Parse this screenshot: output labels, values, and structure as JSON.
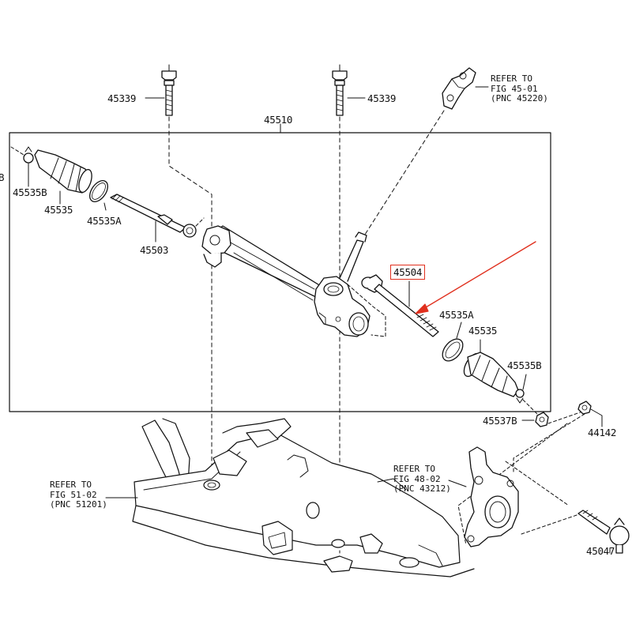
{
  "diagram": {
    "accent_color": "#e0301e",
    "line_color": "#111111",
    "highlight_part": "45504",
    "parts": {
      "bolt_left": "45339",
      "bolt_right": "45339",
      "assembly": "45510",
      "boot_clamp_left": "45535B",
      "boot_left": "45535",
      "boot_ring_left": "45535A",
      "tie_rod_left": "45503",
      "tie_rod_right": "45504",
      "boot_ring_right": "45535A",
      "boot_right": "45535",
      "boot_clamp_right": "45535B",
      "nut": "45537B",
      "lock_nut": "44142",
      "tie_rod_end": "45047",
      "edge_label": "B"
    },
    "refs": {
      "upper": [
        "REFER TO",
        "FIG 45-01",
        "(PNC 45220)"
      ],
      "knuckle": [
        "REFER TO",
        "FIG 48-02",
        "(PNC 43212)"
      ],
      "subframe": [
        "REFER TO",
        "FIG 51-02",
        "(PNC 51201)"
      ]
    }
  }
}
